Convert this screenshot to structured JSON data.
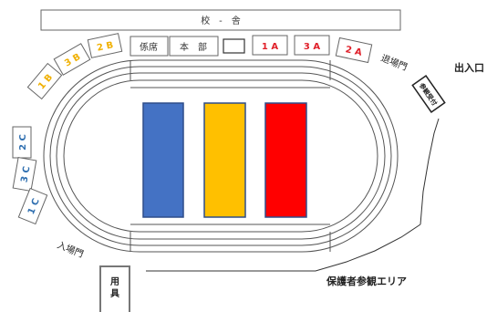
{
  "school_building": "校　-　舎",
  "staff_tent": "係席",
  "headquarters": "本　部",
  "blank_tent": "",
  "class_tents": {
    "c1a": "1 A",
    "c3a": "3 A",
    "c2a": "2 A",
    "c2b": "2 B",
    "c3b": "3 B",
    "c1b": "1 B",
    "c2c": "2 C",
    "c3c": "3 C",
    "c1c": "1 C"
  },
  "exit_gate": "退場門",
  "entrance_gate": "入場門",
  "way_in_out": "出入口",
  "reception": "参観受付",
  "equipment": [
    "用",
    "具"
  ],
  "guardian_area": "保護者参観エリア",
  "colors": {
    "blue_team": "#4472c4",
    "yellow_team": "#ffc000",
    "red_team": "#ff0000",
    "red_class": "#e0202a",
    "gold_class": "#f0b000",
    "blue_class": "#2f6fb0",
    "track_line": "#555555"
  }
}
